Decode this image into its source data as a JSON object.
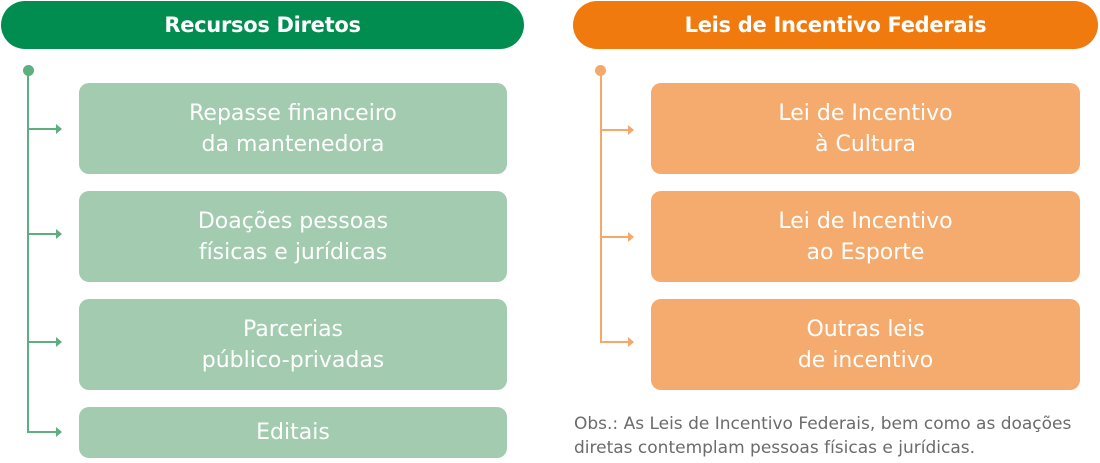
{
  "left": {
    "title": "Recursos Diretos",
    "items": [
      "Repasse financeiro\nda mantenedora",
      "Doações pessoas\nfísicas e jurídicas",
      "Parcerias\npúblico-privadas",
      "Editais"
    ]
  },
  "right": {
    "title": "Leis de Incentivo Federais",
    "items": [
      "Lei de Incentivo\nà Cultura",
      "Lei de Incentivo\nao Esporte",
      "Outras leis\nde incentivo"
    ]
  },
  "note": "Obs.: As Leis de Incentivo Federais, bem como as doações\ndiretas contemplam pessoas físicas e jurídicas.",
  "colors": {
    "green_header": "#008d4f",
    "green_box": "#a2cbb0",
    "green_line": "#5daf7f",
    "orange_header": "#f07a0e",
    "orange_box": "#f5ab6d",
    "orange_line": "#f5a86a"
  }
}
